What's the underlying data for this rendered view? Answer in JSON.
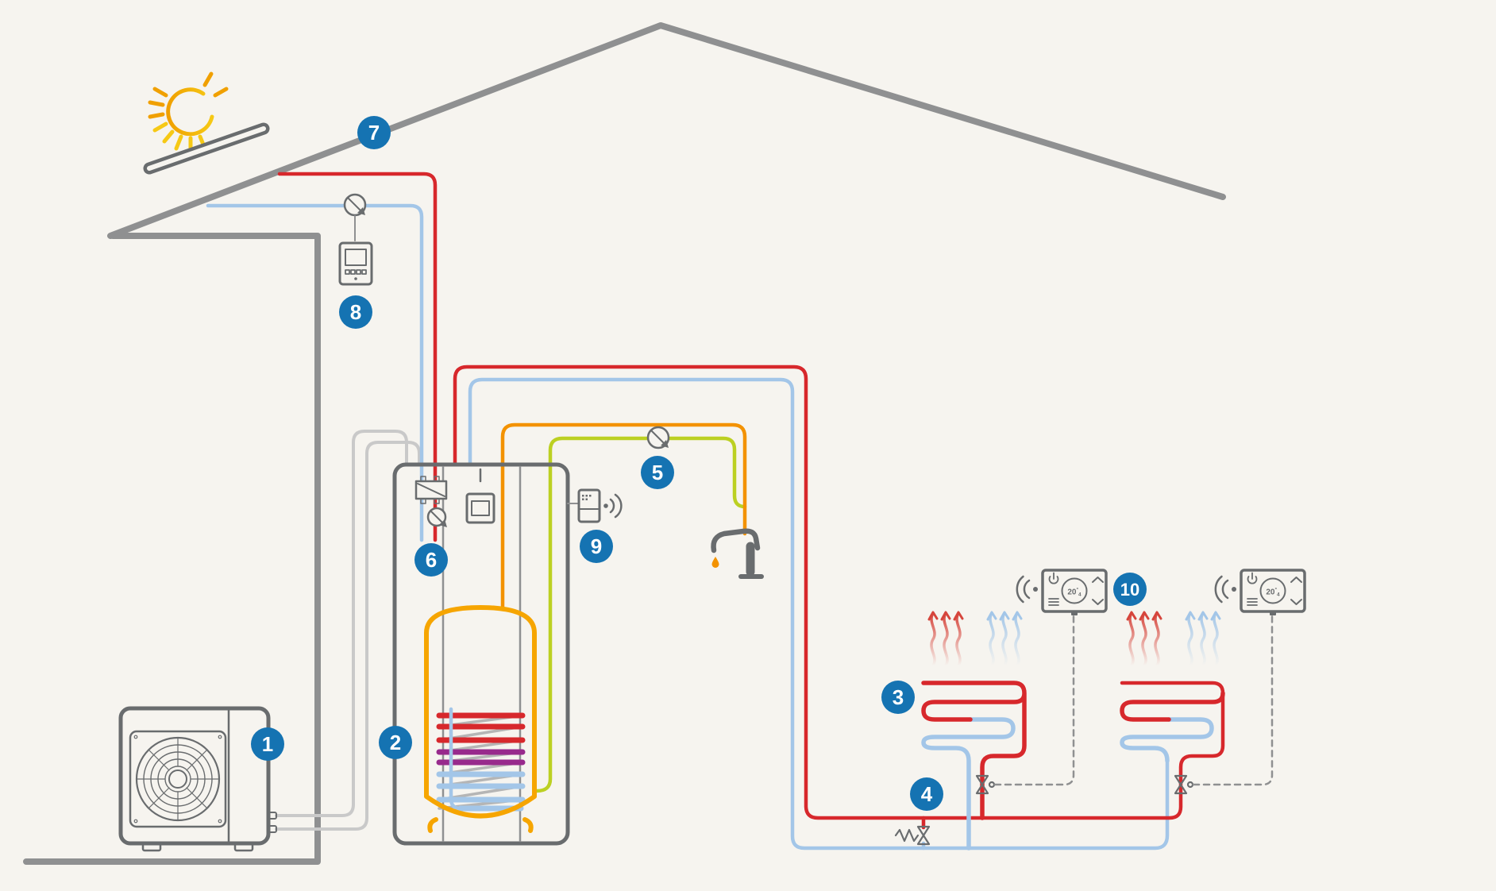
{
  "badges": [
    {
      "label": "1",
      "component": "outdoor-heat-pump-unit"
    },
    {
      "label": "2",
      "component": "indoor-unit-with-dhw-tank"
    },
    {
      "label": "3",
      "component": "underfloor-heating-circuit"
    },
    {
      "label": "4",
      "component": "differential-bypass-valve"
    },
    {
      "label": "5",
      "component": "dhw-circulation-pump"
    },
    {
      "label": "6",
      "component": "solar-pump-station-heat-exchanger"
    },
    {
      "label": "7",
      "component": "solar-collector"
    },
    {
      "label": "8",
      "component": "solar-controller"
    },
    {
      "label": "9",
      "component": "wireless-communication-module"
    },
    {
      "label": "10",
      "component": "wireless-room-thermostats"
    }
  ],
  "thermostats": [
    {
      "temp": "20",
      "degree": "°",
      "decimal": "4"
    },
    {
      "temp": "20",
      "degree": "°",
      "decimal": "4"
    }
  ],
  "icons": {
    "sun": "sun-icon",
    "solar_collector": "solar-collector-panel",
    "pump": "pump-circle-arrow-icon",
    "heat_exchanger": "heat-exchanger-icon",
    "controller": "solar-controller-display",
    "wireless_module": "wireless-module-icon",
    "tap": "hot-water-tap-icon",
    "zone_valve": "motorized-zone-valve-icon",
    "bypass_valve": "spring-bypass-valve-icon",
    "thermostat": "room-thermostat-display",
    "heat_waves": "heat-wave-arrows"
  },
  "colors": {
    "bg": "#f6f4ef",
    "badge": "#1573b2",
    "red": "#d7282c",
    "lblue": "#a3c6e8",
    "orange": "#f39200",
    "tank": "#f6a500",
    "lime": "#bcd022",
    "purple": "#982a8c",
    "gray": "#8f9091",
    "dark": "#696c6e",
    "lgray": "#c9c9c9",
    "coilgray": "#b5b5b5",
    "sun_orange": "#f0a000",
    "sun_yellow": "#f6c915",
    "wave_red": "#d6453c"
  }
}
